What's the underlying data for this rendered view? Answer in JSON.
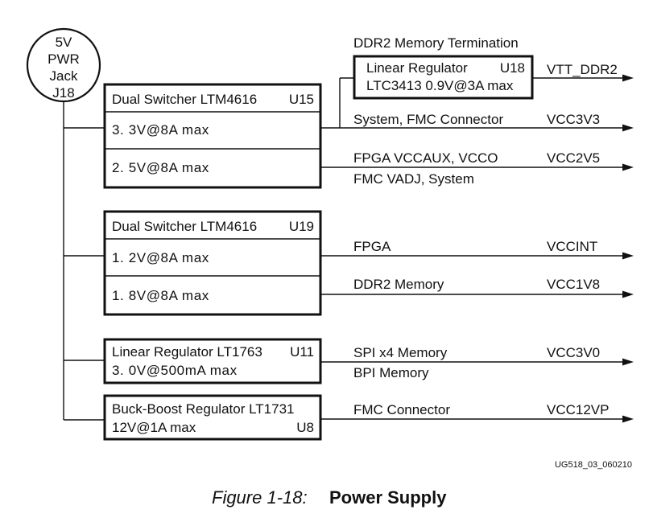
{
  "source": {
    "line1": "5V",
    "line2": "PWR",
    "line3": "Jack",
    "line4": "J18"
  },
  "blocks": {
    "u15": {
      "title": "Dual Switcher LTM4616",
      "ref": "U15",
      "row1": "3. 3V@8A max",
      "row2": "2. 5V@8A max"
    },
    "u19": {
      "title": "Dual Switcher LTM4616",
      "ref": "U19",
      "row1": "1. 2V@8A max",
      "row2": "1. 8V@8A max"
    },
    "u11": {
      "title": "Linear Regulator LT1763",
      "ref": "U11",
      "row1": "3. 0V@500mA max"
    },
    "u8": {
      "title": "Buck-Boost Regulator LT1731",
      "row1": "12V@1A max",
      "ref": "U8"
    },
    "u18": {
      "header": "DDR2 Memory Termination",
      "title": "Linear Regulator",
      "ref": "U18",
      "row1": "LTC3413 0.9V@3A max"
    }
  },
  "rails": {
    "vtt_ddr2": {
      "name": "VTT_DDR2"
    },
    "vcc3v3": {
      "load": "System, FMC Connector",
      "name": "VCC3V3"
    },
    "vcc2v5": {
      "load1": "FPGA VCCAUX, VCCO",
      "load2": "FMC VADJ, System",
      "name": "VCC2V5"
    },
    "vccint": {
      "load": "FPGA",
      "name": "VCCINT"
    },
    "vcc1v8": {
      "load": "DDR2 Memory",
      "name": "VCC1V8"
    },
    "vcc3v0": {
      "load1": "SPI x4 Memory",
      "load2": "BPI Memory",
      "name": "VCC3V0"
    },
    "vcc12vp": {
      "load": "FMC Connector",
      "name": "VCC12VP"
    }
  },
  "figure_ref": "UG518_03_060210",
  "caption": {
    "number": "Figure 1-18:",
    "title": "Power Supply"
  }
}
